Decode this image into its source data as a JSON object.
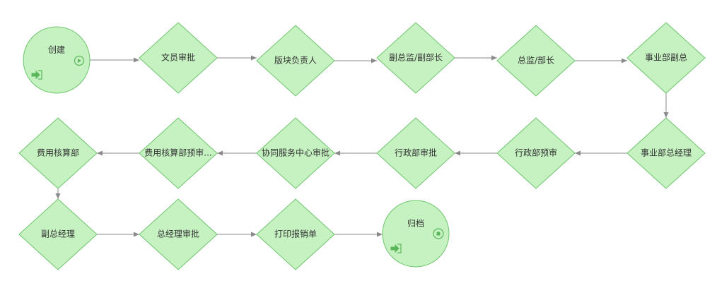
{
  "diagram": {
    "nodes": [
      {
        "id": "create",
        "label": "创建",
        "kind": "start"
      },
      {
        "id": "clerk-approve",
        "label": "文员审批",
        "kind": "task"
      },
      {
        "id": "section-head",
        "label": "版块负责人",
        "kind": "task"
      },
      {
        "id": "deputy-director",
        "label": "副总监/副部长",
        "kind": "task"
      },
      {
        "id": "director",
        "label": "总监/部长",
        "kind": "task"
      },
      {
        "id": "bu-deputy",
        "label": "事业部副总",
        "kind": "task"
      },
      {
        "id": "bu-gm",
        "label": "事业部总经理",
        "kind": "task"
      },
      {
        "id": "admin-pre",
        "label": "行政部预审",
        "kind": "task"
      },
      {
        "id": "admin-approve",
        "label": "行政部审批",
        "kind": "task"
      },
      {
        "id": "service-center",
        "label": "协同服务中心审批",
        "kind": "task"
      },
      {
        "id": "cost-pre",
        "label": "费用核算部预审...",
        "kind": "task"
      },
      {
        "id": "cost-dept",
        "label": "费用核算部",
        "kind": "task"
      },
      {
        "id": "deputy-gm",
        "label": "副总经理",
        "kind": "task"
      },
      {
        "id": "gm-approve",
        "label": "总经理审批",
        "kind": "task"
      },
      {
        "id": "print",
        "label": "打印报销单",
        "kind": "task"
      },
      {
        "id": "archive",
        "label": "归档",
        "kind": "end"
      }
    ],
    "edges": [
      [
        "create",
        "clerk-approve"
      ],
      [
        "clerk-approve",
        "section-head"
      ],
      [
        "section-head",
        "deputy-director"
      ],
      [
        "deputy-director",
        "director"
      ],
      [
        "director",
        "bu-deputy"
      ],
      [
        "bu-deputy",
        "bu-gm"
      ],
      [
        "bu-gm",
        "admin-pre"
      ],
      [
        "admin-pre",
        "admin-approve"
      ],
      [
        "admin-approve",
        "service-center"
      ],
      [
        "service-center",
        "cost-pre"
      ],
      [
        "cost-pre",
        "cost-dept"
      ],
      [
        "cost-dept",
        "deputy-gm"
      ],
      [
        "deputy-gm",
        "gm-approve"
      ],
      [
        "gm-approve",
        "print"
      ],
      [
        "print",
        "archive"
      ]
    ],
    "colors": {
      "node_fill": "#c6f2c2",
      "node_stroke": "#6cc46a",
      "edge": "#8a8a8a",
      "icon": "#5ab65a"
    }
  }
}
